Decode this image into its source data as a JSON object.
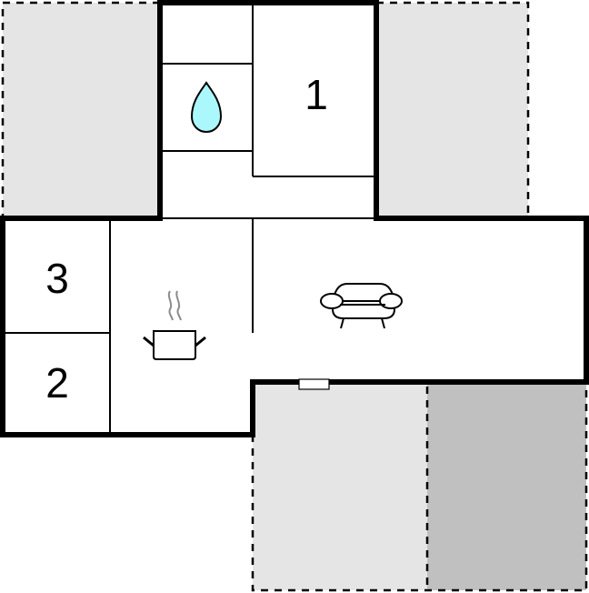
{
  "floorplan": {
    "rooms": [
      {
        "id": "bedroom-1",
        "label": "1"
      },
      {
        "id": "bedroom-2",
        "label": "2"
      },
      {
        "id": "bedroom-3",
        "label": "3"
      }
    ],
    "icons": [
      {
        "name": "water-drop-icon",
        "meaning": "bathroom"
      },
      {
        "name": "cooking-pot-icon",
        "meaning": "kitchen"
      },
      {
        "name": "sofa-icon",
        "meaning": "living-room"
      }
    ],
    "colors": {
      "wall": "#000000",
      "floor": "#ffffff",
      "terrace_light": "#e5e5e5",
      "terrace_dark": "#c0c0c0",
      "water": "#aaf8fc",
      "steam": "#8c8c8c"
    }
  }
}
